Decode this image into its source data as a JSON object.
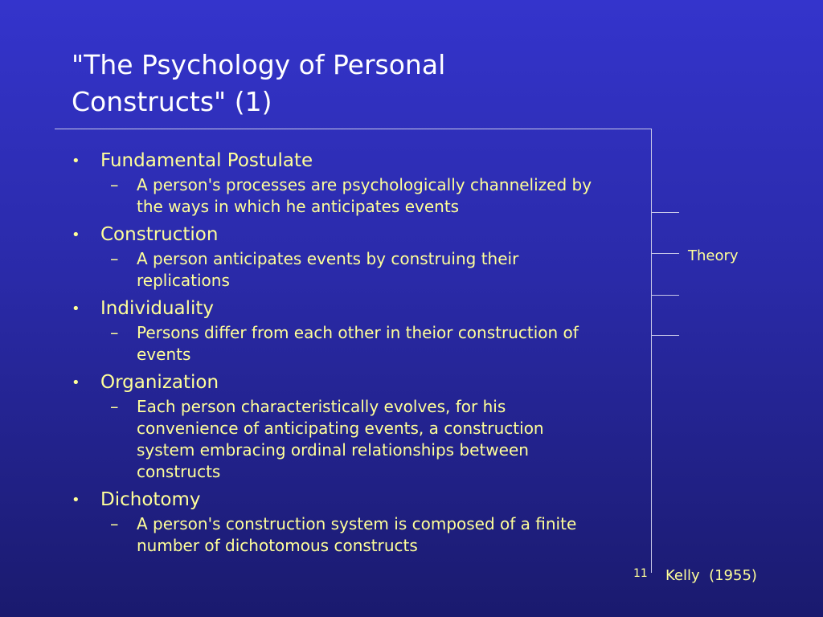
{
  "slide": {
    "title_lines": [
      "\"The Psychology of Personal",
      "Constructs\" (1)"
    ],
    "items": [
      {
        "bullet": "•",
        "text": "Fundamental Postulate",
        "sub_marker": "–",
        "sub_lines": [
          "A person's processes are psychologically channelized by",
          "the ways in which he anticipates events"
        ]
      },
      {
        "bullet": "•",
        "text": "Construction",
        "sub_marker": "–",
        "sub_lines": [
          "A person anticipates events by construing their",
          "replications"
        ]
      },
      {
        "bullet": "•",
        "text": "Individuality",
        "sub_marker": "–",
        "sub_lines": [
          "Persons differ from each other in theior construction of",
          "events"
        ]
      },
      {
        "bullet": "•",
        "text": "Organization",
        "sub_marker": "–",
        "sub_lines": [
          "Each person characteristically evolves, for his",
          "convenience of anticipating events, a construction",
          "system embracing ordinal relationships between",
          "constructs"
        ]
      },
      {
        "bullet": "•",
        "text": "Dichotomy",
        "sub_marker": "–",
        "sub_lines": [
          "A person's construction system is composed of a finite",
          "number of dichotomous constructs"
        ]
      }
    ],
    "side_label": "Theory",
    "page_number": "11",
    "citation": "Kelly  (1955)"
  },
  "colors": {
    "background_top": "#3434cc",
    "background_bottom": "#1a1a6e",
    "title": "#ffffff",
    "body_text": "#ffff99",
    "rule": "#c8c8e8"
  }
}
